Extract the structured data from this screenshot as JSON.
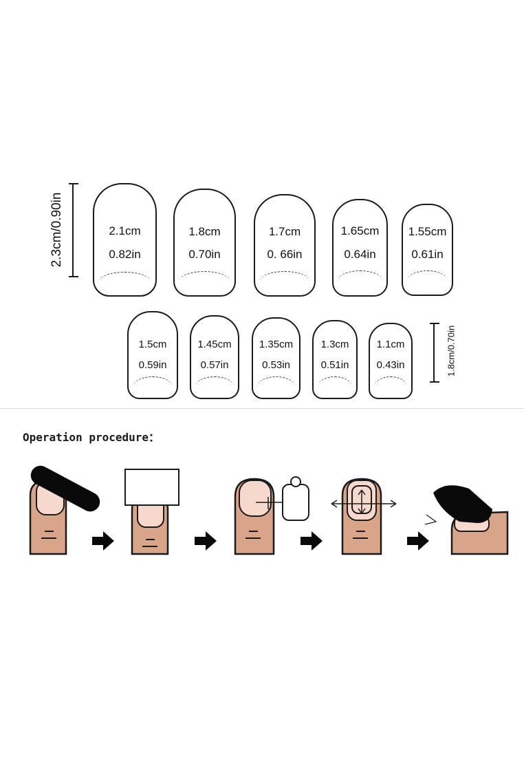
{
  "size_chart": {
    "height_large": "2.3cm/0.90in",
    "height_small": "1.8cm/0.70in",
    "row1": [
      {
        "cm": "2.1cm",
        "in": "0.82in"
      },
      {
        "cm": "1.8cm",
        "in": "0.70in"
      },
      {
        "cm": "1.7cm",
        "in": "0. 66in"
      },
      {
        "cm": "1.65cm",
        "in": "0.64in"
      },
      {
        "cm": "1.55cm",
        "in": "0.61in"
      }
    ],
    "row2": [
      {
        "cm": "1.5cm",
        "in": "0.59in"
      },
      {
        "cm": "1.45cm",
        "in": "0.57in"
      },
      {
        "cm": "1.35cm",
        "in": "0.53in"
      },
      {
        "cm": "1.3cm",
        "in": "0.51in"
      },
      {
        "cm": "1.1cm",
        "in": "0.43in"
      }
    ]
  },
  "procedure": {
    "title": "Operation procedure：",
    "steps": [
      "file-nail-icon",
      "apply-tab-icon",
      "choose-size-icon",
      "press-nail-icon",
      "finished-nail-icon"
    ],
    "colors": {
      "skin": "#d9a589",
      "nail": "#f6d8cc",
      "outline": "#1a1a1a",
      "black": "#0a0a0a"
    }
  }
}
